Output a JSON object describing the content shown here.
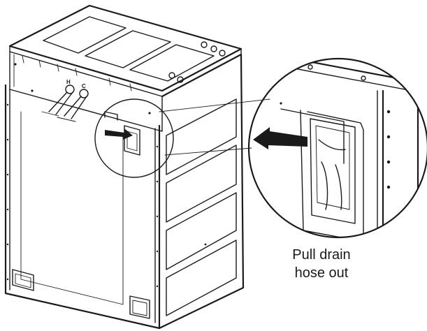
{
  "caption": {
    "line1": "Pull drain",
    "line2": "hose out"
  },
  "valve_labels": {
    "hot": "H",
    "cold": "C"
  },
  "colors": {
    "line": "#1a1a1a",
    "arrow": "#1a1a1a",
    "background": "#ffffff"
  },
  "icons": [
    "washer-rear-illustration",
    "magnifier-detail-circle",
    "pull-direction-arrow"
  ]
}
